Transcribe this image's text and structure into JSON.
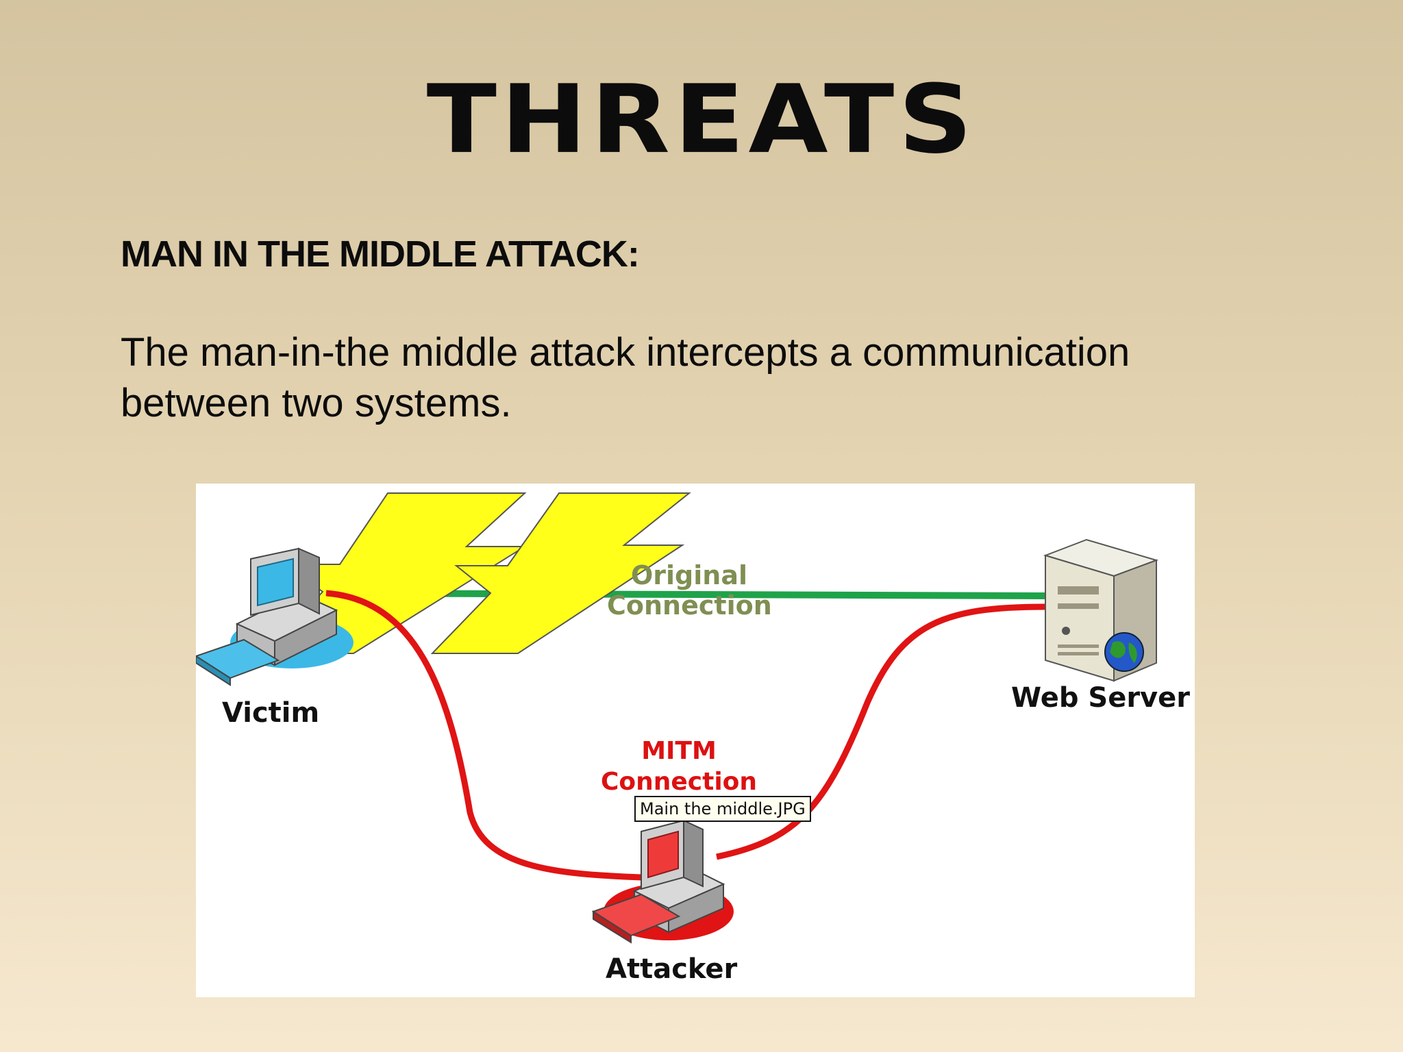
{
  "slide": {
    "title": "THREATS",
    "subtitle": "MAN IN THE MIDDLE ATTACK:",
    "body": "The man-in-the middle attack intercepts a communication between two systems."
  },
  "diagram": {
    "nodes": {
      "victim": "Victim",
      "web_server": "Web Server",
      "attacker": "Attacker"
    },
    "original_connection": {
      "line1": "Original",
      "line2": "Connection"
    },
    "mitm_connection": {
      "line1": "MITM",
      "line2": "Connection"
    },
    "tooltip": "Main the middle.JPG",
    "colors": {
      "original_line": "#1fa34a",
      "mitm_line": "#e01414",
      "lightning": "#ffff1a",
      "victim_screen": "#3cb8e6",
      "attacker_screen": "#ef3a3a"
    }
  }
}
